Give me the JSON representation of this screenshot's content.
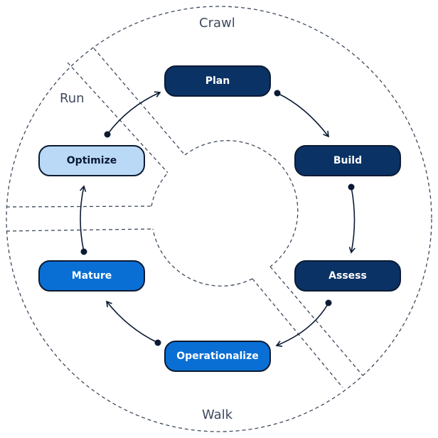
{
  "phases": {
    "crawl": "Crawl",
    "walk": "Walk",
    "run": "Run"
  },
  "steps": {
    "plan": "Plan",
    "build": "Build",
    "assess": "Assess",
    "operationalize": "Operationalize",
    "mature": "Mature",
    "optimize": "Optimize"
  },
  "colors": {
    "dark": "#0b3265",
    "mid": "#0a6fd4",
    "light": "#b9d9f6",
    "outline": "#0b1b33",
    "dashed": "#3f4a5e"
  }
}
